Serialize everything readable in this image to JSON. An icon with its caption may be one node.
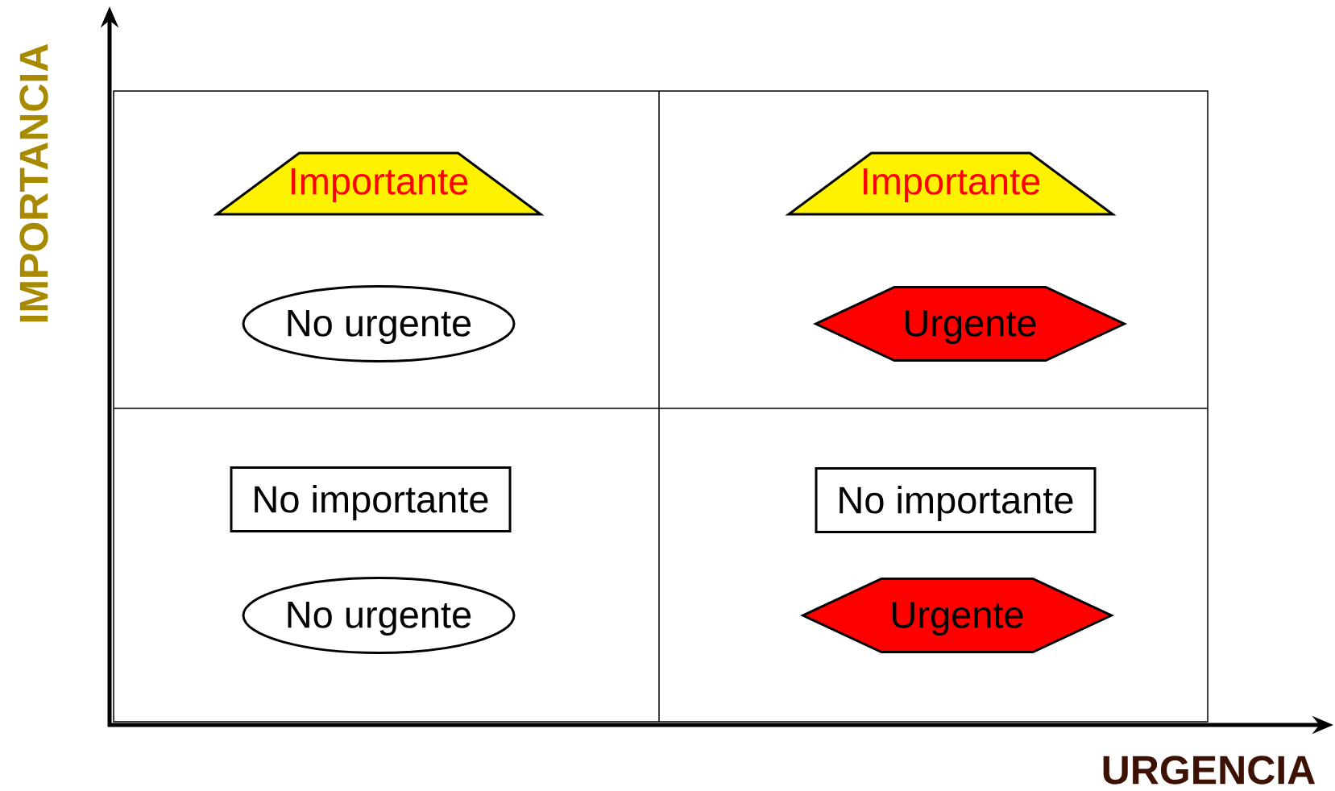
{
  "diagram": {
    "nodes": [
      {
        "text": [
          "Importante"
        ]
      },
      {
        "text": [
          "Importante"
        ]
      },
      {
        "text": [
          "No urgente"
        ]
      },
      {
        "text": [
          "Urgente"
        ]
      },
      {
        "text": [
          "No importante"
        ]
      },
      {
        "text": [
          "No importante"
        ]
      },
      {
        "text": [
          "No urgente"
        ]
      },
      {
        "text": [
          "Urgente"
        ]
      }
    ],
    "labels": [
      "IMPORTANCIA",
      "URGENCIA"
    ]
  }
}
